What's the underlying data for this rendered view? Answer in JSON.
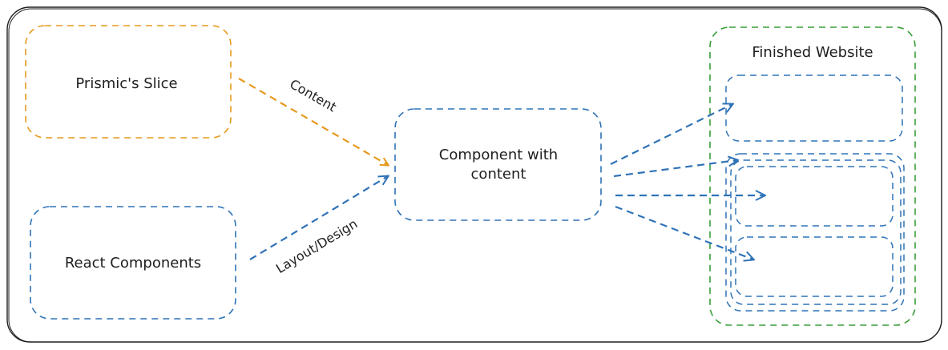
{
  "colors": {
    "orange": "#e69a1e",
    "blue": "#2f73b7",
    "green": "#3a9e3a",
    "ink": "#1e1e1e"
  },
  "nodes": {
    "prismic_slice": "Prismic's Slice",
    "react_components": "React Components",
    "component_with_content_line1": "Component with",
    "component_with_content_line2": "content",
    "finished_website": "Finished Website"
  },
  "edges": {
    "content": "Content",
    "layout_design": "Layout/Design"
  }
}
